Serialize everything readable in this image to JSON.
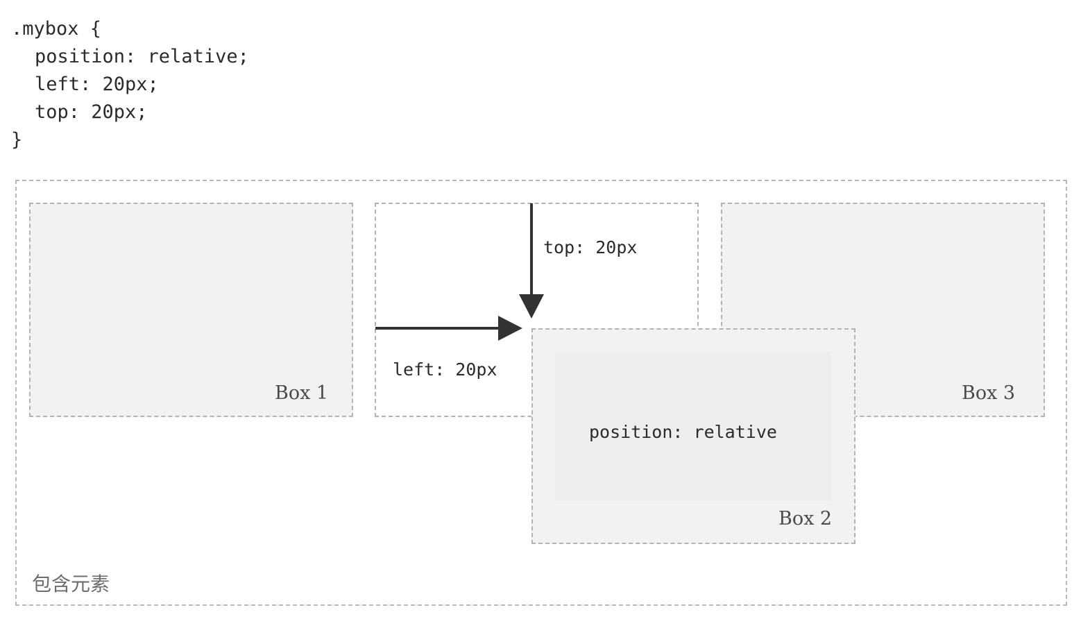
{
  "code": {
    "line1": ".mybox {",
    "line2": "position: relative;",
    "line3": "left: 20px;",
    "line4": "top: 20px;",
    "line5": "}"
  },
  "diagram": {
    "container_label": "包含元素",
    "box1_label": "Box 1",
    "box2_label": "Box 2",
    "box3_label": "Box 3",
    "top_label": "top: 20px",
    "left_label": "left: 20px",
    "position_label": "position: relative"
  },
  "colors": {
    "dashed_border": "#b3b3b3",
    "box_fill": "#f2f2f2",
    "arrow": "#333333"
  }
}
